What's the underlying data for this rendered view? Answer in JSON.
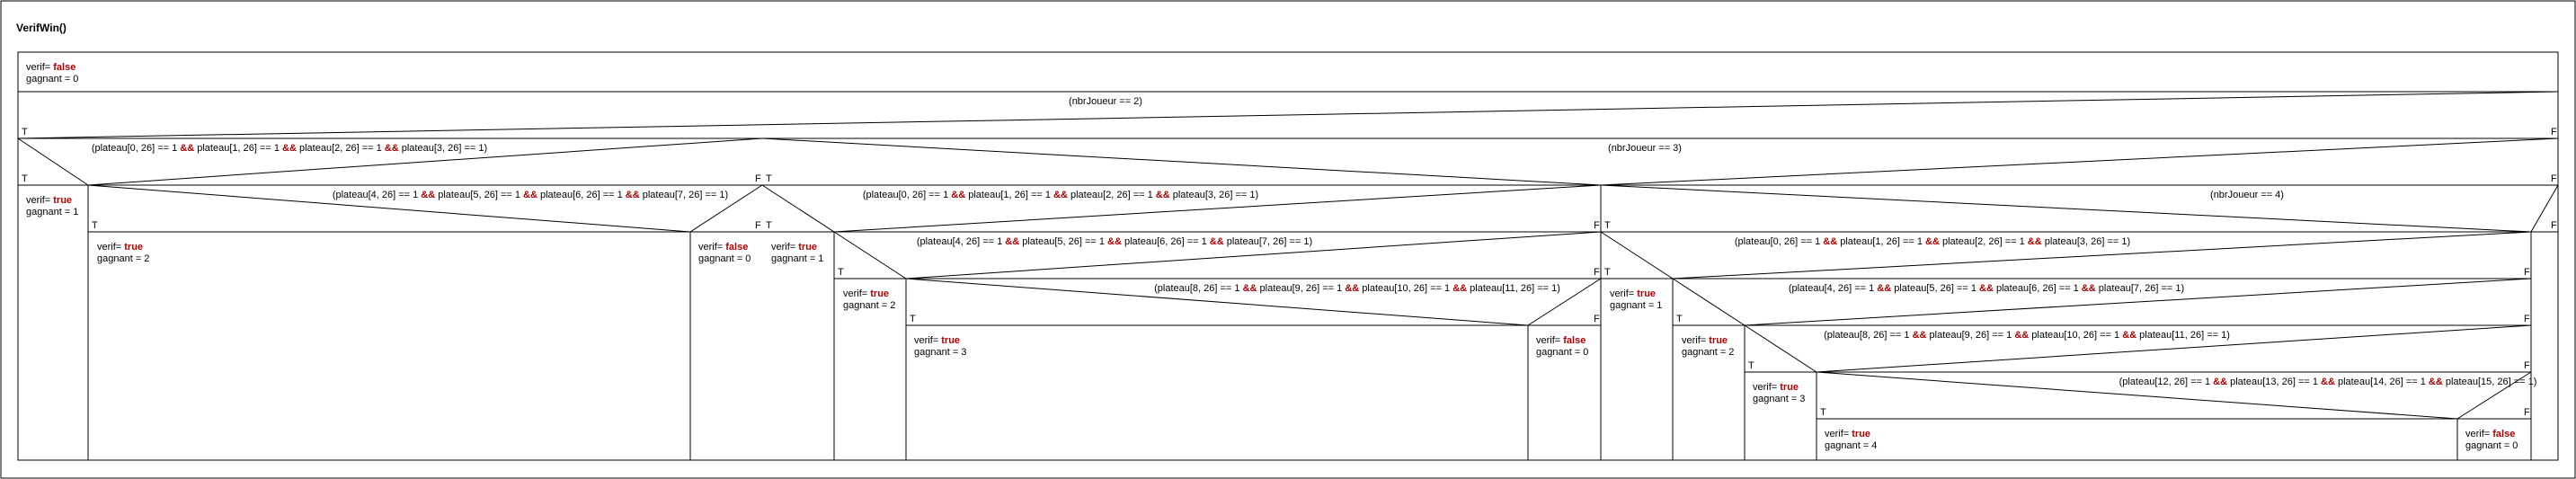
{
  "title": "VerifWin()",
  "init": {
    "line1": [
      "verif",
      "= ",
      "false"
    ],
    "line2": "gagnant = 0"
  },
  "labels": {
    "true": "T",
    "false": "F"
  },
  "keywords": {
    "and": "&&",
    "true": "true",
    "false": "false"
  },
  "conditions": {
    "c_nbr2": "(nbrJoueur == 2)",
    "c_nbr3": "(nbrJoueur == 3)",
    "c_nbr4": "(nbrJoueur == 4)",
    "c_row0": [
      "(plateau[0, 26] == 1 ",
      "&&",
      " plateau[1, 26] == 1 ",
      "&&",
      " plateau[2, 26] == 1 ",
      "&&",
      " plateau[3, 26] == 1)"
    ],
    "c_row4": [
      "(plateau[4, 26] == 1 ",
      "&&",
      " plateau[5, 26] == 1 ",
      "&&",
      " plateau[6, 26] == 1 ",
      "&&",
      " plateau[7, 26] == 1)"
    ],
    "c_row8": [
      "(plateau[8, 26] == 1 ",
      "&&",
      " plateau[9, 26] == 1 ",
      "&&",
      " plateau[10, 26] == 1 ",
      "&&",
      " plateau[11, 26] == 1)"
    ],
    "c_row12": [
      "(plateau[12, 26] == 1 ",
      "&&",
      " plateau[13, 26] == 1 ",
      "&&",
      " plateau[14, 26] == 1 ",
      "&&",
      " plateau[15, 26] == 1)"
    ]
  },
  "actions": {
    "win1": {
      "verif": [
        "verif",
        "= ",
        "true"
      ],
      "gagnant": "gagnant = 1"
    },
    "win2": {
      "verif": [
        "verif",
        "= ",
        "true"
      ],
      "gagnant": "gagnant = 2"
    },
    "win3": {
      "verif": [
        "verif",
        "= ",
        "true"
      ],
      "gagnant": "gagnant = 3"
    },
    "win4": {
      "verif": [
        "verif",
        "= ",
        "true"
      ],
      "gagnant": "gagnant = 4"
    },
    "lose": {
      "verif": [
        "verif",
        "= ",
        "false"
      ],
      "gagnant": "gagnant = 0"
    }
  }
}
